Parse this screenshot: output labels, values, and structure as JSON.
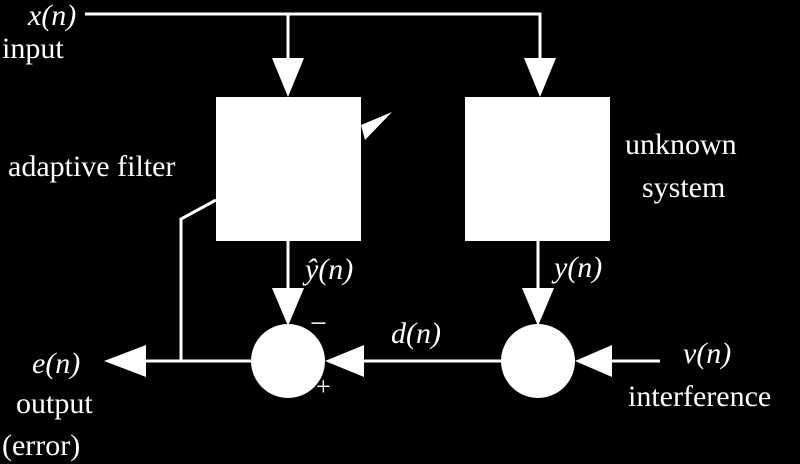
{
  "diagram": {
    "colors": {
      "background": "#000000",
      "foreground": "#ffffff"
    },
    "input": {
      "signal": "x(n)",
      "label": "input"
    },
    "adaptive_filter": {
      "label": "adaptive filter",
      "output_signal": "ŷ(n)"
    },
    "unknown_system": {
      "label_line1": "unknown",
      "label_line2": "system",
      "output_signal": "y(n)"
    },
    "desired": {
      "signal": "d(n)"
    },
    "interference": {
      "signal": "v(n)",
      "label": "interference"
    },
    "summing_junction": {
      "minus_sign": "−",
      "plus_sign": "+"
    },
    "output": {
      "signal": "e(n)",
      "label_line1": "output",
      "label_line2": "(error)"
    }
  }
}
